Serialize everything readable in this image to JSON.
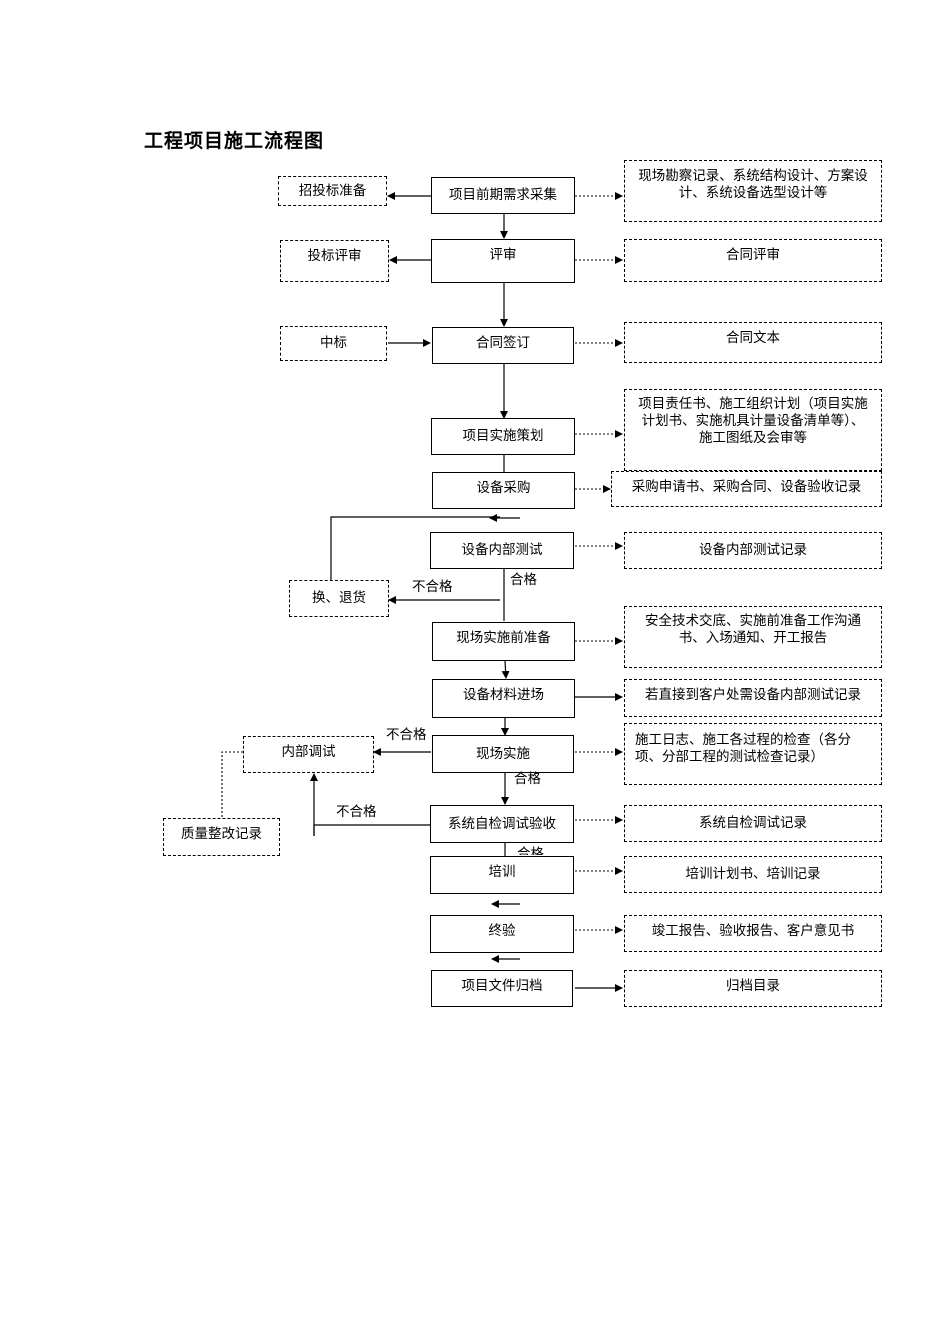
{
  "title": "工程项目施工流程图",
  "main_steps": [
    "项目前期需求采集",
    "评审",
    "合同签订",
    "项目实施策划",
    "设备采购",
    "设备内部测试",
    "现场实施前准备",
    "设备材料进场",
    "现场实施",
    "系统自检调试验收",
    "培训",
    "终验",
    "项目文件归档"
  ],
  "left_boxes": {
    "bid_prep": "招投标准备",
    "bid_review": "投标评审",
    "win_bid": "中标",
    "return": "换、退货",
    "internal_debug": "内部调试",
    "quality_fix": "质量整改记录"
  },
  "right_docs": [
    "现场勘察记录、系统结构设计、方案设计、系统设备选型设计等",
    "合同评审",
    "合同文本",
    "项目责任书、施工组织计划（项目实施计划书、实施机具计量设备清单等）、施工图纸及会审等",
    "采购申请书、采购合同、设备验收记录",
    "设备内部测试记录",
    "安全技术交底、实施前准备工作沟通书、入场通知、开工报告",
    "若直接到客户处需设备内部测试记录",
    "施工日志、施工各过程的检查（各分项、分部工程的测试检查记录）",
    "系统自检调试记录",
    "培训计划书、培训记录",
    "竣工报告、验收报告、客户意见书",
    "归档目录"
  ],
  "edge_labels": {
    "pass_1": "合格",
    "fail_1": "不合格",
    "fail_2": "不合格",
    "pass_2": "合格",
    "fail_3": "不合格",
    "pass_3": "合格"
  }
}
